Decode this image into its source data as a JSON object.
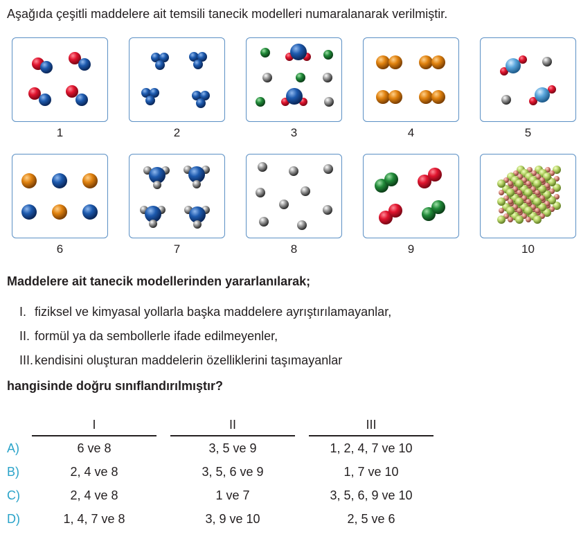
{
  "intro": "Aşağıda çeşitli maddelere ait temsili tanecik modelleri numaralanarak verilmiştir.",
  "models": [
    {
      "label": "1"
    },
    {
      "label": "2"
    },
    {
      "label": "3"
    },
    {
      "label": "4"
    },
    {
      "label": "5"
    },
    {
      "label": "6"
    },
    {
      "label": "7"
    },
    {
      "label": "8"
    },
    {
      "label": "9"
    },
    {
      "label": "10"
    }
  ],
  "question_heading": "Maddelere ait tanecik modellerinden yararlanılarak;",
  "statements": [
    {
      "roman": "I.",
      "text": "fiziksel ve kimyasal yollarla başka maddelere ayrıştırılamayanlar,"
    },
    {
      "roman": "II.",
      "text": "formül ya da sembollerle ifade edilmeyenler,"
    },
    {
      "roman": "III.",
      "text": "kendisini oluşturan maddelerin özelliklerini taşımayanlar"
    }
  ],
  "question_end": "hangisinde doğru sınıflandırılmıştır?",
  "table": {
    "headers": [
      "I",
      "II",
      "III"
    ],
    "rows": [
      {
        "letter": "A)",
        "cells": [
          "6 ve 8",
          "3, 5 ve 9",
          "1, 2, 4, 7 ve 10"
        ]
      },
      {
        "letter": "B)",
        "cells": [
          "2, 4 ve 8",
          "3, 5, 6 ve 9",
          "1, 7 ve 10"
        ]
      },
      {
        "letter": "C)",
        "cells": [
          "2, 4 ve 8",
          "1 ve 7",
          "3, 5, 6, 9 ve 10"
        ]
      },
      {
        "letter": "D)",
        "cells": [
          "1, 4, 7 ve 8",
          "3, 9 ve 10",
          "2, 5 ve 6"
        ]
      }
    ]
  },
  "colors": {
    "box_border": "#5a8fc4",
    "option_letter": "#2aa3c9",
    "red": "#d8102a",
    "blue": "#1a4f9c",
    "green": "#1e7a32",
    "orange": "#d9790f",
    "gray": "#6e6e6e",
    "lightblue": "#5aa6dc"
  }
}
